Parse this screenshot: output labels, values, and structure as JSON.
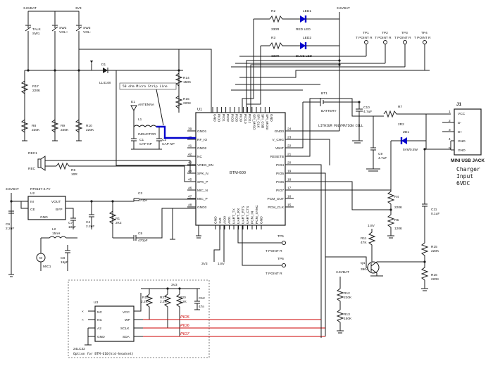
{
  "module": {
    "ref": "U1",
    "part": "BTM-600"
  },
  "left_pins": [
    {
      "num": "39",
      "name": "GND1"
    },
    {
      "num": "40",
      "name": "RF_IO"
    },
    {
      "num": "41",
      "name": "GND2"
    },
    {
      "num": "42",
      "name": "NC"
    },
    {
      "num": "43",
      "name": "VREG_EN"
    },
    {
      "num": "44",
      "name": "SPK_N"
    },
    {
      "num": "45",
      "name": "SPK_P"
    },
    {
      "num": "46",
      "name": "MIC_N"
    },
    {
      "num": "47",
      "name": "MIC_P"
    },
    {
      "num": "48",
      "name": "GND3"
    }
  ],
  "right_pins": [
    {
      "num": "24",
      "name": "GND0"
    },
    {
      "num": "23",
      "name": "V_CHG"
    },
    {
      "num": "22",
      "name": "VBAT"
    },
    {
      "num": "21",
      "name": "RESETB"
    },
    {
      "num": "20",
      "name": "PIO4"
    },
    {
      "num": "19",
      "name": "PIO5"
    },
    {
      "num": "18",
      "name": "PIO6"
    },
    {
      "num": "17",
      "name": "PIO7"
    },
    {
      "num": "16",
      "name": "PCM_OUT"
    },
    {
      "num": "15",
      "name": "PCM_CLK"
    }
  ],
  "top_pins": [
    "GND",
    "PIO0",
    "PIO1",
    "PIO2",
    "PIO3",
    "PIO8",
    "PIO9",
    "PIO10",
    "PIO11",
    "SPI_MISO",
    "SPI_CLK",
    "SPI_CSB",
    "SPI_MOSI",
    "GND"
  ],
  "bottom_pins": [
    "GND",
    "1V8",
    "AIO0",
    "AIO1",
    "UART_TX",
    "UART_RX",
    "UART_RTS",
    "UART_CTS",
    "PCM_IN",
    "PCM_SYNC",
    "GND"
  ],
  "labels": {
    "vbat_3v6": "3.6VBAT",
    "v3v3": "3V3",
    "v1v8": "1.8V",
    "talk": "TALK",
    "sw1": "SW1",
    "sw2": "SW2",
    "volp": "VOL+",
    "sw3": "SW3",
    "volm": "VOL-",
    "r17": "R17",
    "r17v": "220K",
    "r8": "R8",
    "r8v": "220K",
    "r9": "R9",
    "r9v": "220K",
    "r10": "R10",
    "r10v": "220K",
    "d1": "D1",
    "d1v": "LL4148",
    "r14": "R14",
    "r14v": "150K",
    "r15": "R15",
    "r15v": "220K",
    "stripline": "50 ohm Micro Strip Line",
    "e1": "E1",
    "antenna": "ANTENNA",
    "l1": "L1",
    "inductor": "INDUCTOR",
    "c1": "C1",
    "c1v": "CAP NP",
    "c2": "C2",
    "c2v": "CAP NP",
    "rec1": "REC1",
    "rec": "REC",
    "r6": "R6",
    "r6v": "10R",
    "u2": "U2",
    "u2v": "RT9167-2.7V",
    "in": "IN",
    "vout": "VOUT",
    "ce": "CE",
    "byp": "BYP",
    "gnd": "GND",
    "c6": "C6",
    "c6v": "2.2uF",
    "c7": "C7",
    "c7v": "10nF",
    "c4": "C4",
    "c4v": "2.2uF",
    "r1": "R1",
    "r1v": "2K2",
    "c3": "C3",
    "c3v": "470pF",
    "c5": "C5",
    "c5v": "470pF",
    "l2": "L2",
    "l2v": "15nH",
    "c8": "C8",
    "c8v": "15pF",
    "mic1": "MIC1",
    "r2": "R2",
    "r2v": "330R",
    "r3": "R3",
    "r3v": "330R",
    "led1": "LED1",
    "led1n": "RED LED",
    "led2": "LED2",
    "led2n": "BLUE LED",
    "bt1": "BT1",
    "battery": "BATTERY",
    "lipo": "LITHIUM POLYMATION CELL",
    "c10": "C10",
    "c10v": "4.7uF",
    "c9": "C9",
    "c9v": "4.7uF",
    "r7": "R7",
    "r7v": "2R2",
    "zd1": "ZD1",
    "zd1v": "5V6/0.5W",
    "r4": "R4",
    "r4v": "220K",
    "r5": "R5",
    "r5v": "120K",
    "c11": "C11",
    "c11v": "0.1uF",
    "r11": "R11",
    "r11v": "47K",
    "q1": "Q1",
    "q1v": "3904",
    "r15b": "R15",
    "r15bv": "220K",
    "r16": "R16",
    "r16v": "220K",
    "r12": "R12",
    "r12v": "220K",
    "r13": "R13",
    "r13v": "150K",
    "tp1": "TP1",
    "tp2": "TP2",
    "tp3": "TP3",
    "tp4": "TP4",
    "tp5": "TP5",
    "tp6": "TP6",
    "tpoint": "T POINT R",
    "j1": "J1",
    "vcc": "VCC",
    "dm": "D-",
    "dp": "D+",
    "jack": "MINI USB JACK",
    "charger1": "Charger",
    "charger2": "Input",
    "charger3": "6VDC",
    "u3": "U3",
    "nc": "NC",
    "a2": "A2",
    "wp": "WP",
    "scl": "SCLK",
    "sda": "SDA",
    "u3v": "24LC32",
    "u3opt": "Option for BTM-610(hid-headset)",
    "r18": "R18",
    "r18v": "2.2K",
    "r21": "R21",
    "r21v": "2.2K",
    "r20": "R20",
    "r20v": "2.2K",
    "c12": "C12",
    "c12v": "47n",
    "pio5": "PIO5",
    "pio6": "PIO6",
    "pio7": "PIO7"
  }
}
